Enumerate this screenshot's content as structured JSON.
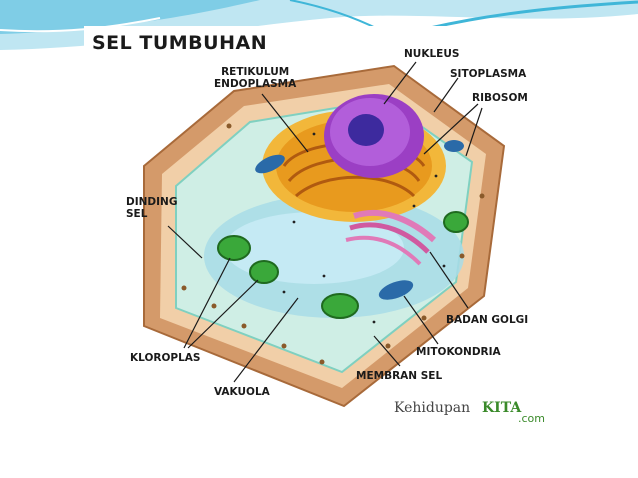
{
  "title": "SEL TUMBUHAN",
  "labels": {
    "nukleus": "NUKLEUS",
    "retikulum_line1": "RETIKULUM",
    "retikulum_line2": "ENDOPLASMA",
    "sitoplasma": "SITOPLASMA",
    "ribosom": "RIBOSOM",
    "dinding_line1": "DINDING",
    "dinding_line2": "SEL",
    "badan_golgi": "BADAN GOLGI",
    "mitokondria": "MITOKONDRIA",
    "membran_sel": "MEMBRAN SEL",
    "kloroplas": "KLOROPLAS",
    "vakuola": "VAKUOLA"
  },
  "watermark": {
    "part1": "Kehidupan",
    "part2": "KITA",
    "part3": ".com"
  },
  "colors": {
    "slide_accent": "#3fb6d8",
    "cell_wall": "#d49a6a",
    "cytoplasm": "#cfeee5",
    "vacuole": "#a8dce8",
    "nucleus": "#9b3fc4",
    "nucleolus": "#3d2a9e",
    "er": "#e89a1e",
    "golgi": "#e07ab8",
    "chloroplast": "#3aa83a",
    "mitochondria": "#2a6aa8"
  }
}
